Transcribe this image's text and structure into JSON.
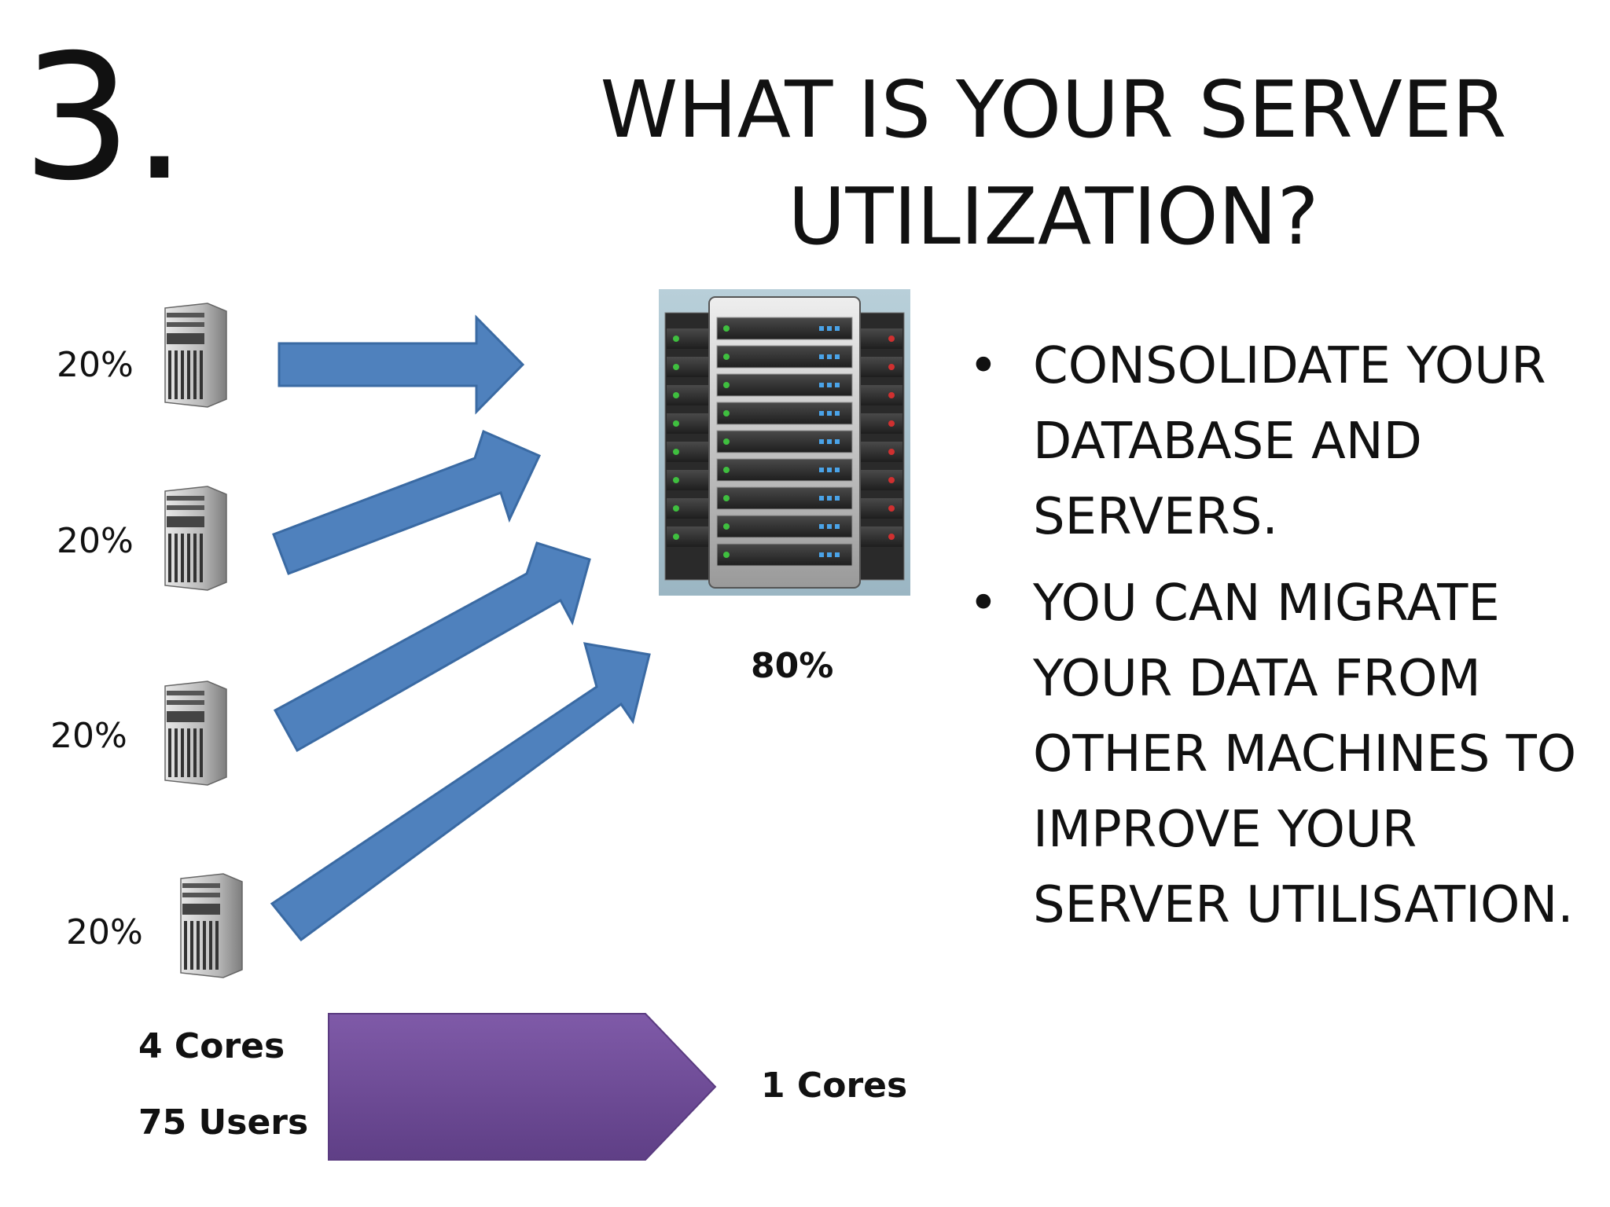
{
  "slide": {
    "number": "3.",
    "title_line1": "WHAT IS YOUR SERVER",
    "title_line2": "UTILIZATION?"
  },
  "servers": [
    {
      "label": "20%"
    },
    {
      "label": "20%"
    },
    {
      "label": "20%"
    },
    {
      "label": "20%"
    }
  ],
  "consolidated": {
    "label": "80%"
  },
  "bullets": [
    {
      "symbol": "•",
      "text": "CONSOLIDATE YOUR DATABASE AND SERVERS."
    },
    {
      "symbol": "•",
      "text": "YOU CAN MIGRATE YOUR DATA FROM OTHER MACHINES TO IMPROVE YOUR SERVER UTILISATION."
    }
  ],
  "migration": {
    "from_cores": "4 Cores",
    "from_users": "75 Users",
    "to_cores": "1 Cores"
  },
  "colors": {
    "arrow_blue": "#4f81bd",
    "arrow_blue_stroke": "#3a6aa3",
    "arrow_purple_top": "#7f5aa8",
    "arrow_purple_bottom": "#5f3f86",
    "rack_bg": "#a9c4d0"
  },
  "icons": {
    "tower": "server-tower-icon",
    "rack": "server-rack-icon"
  }
}
